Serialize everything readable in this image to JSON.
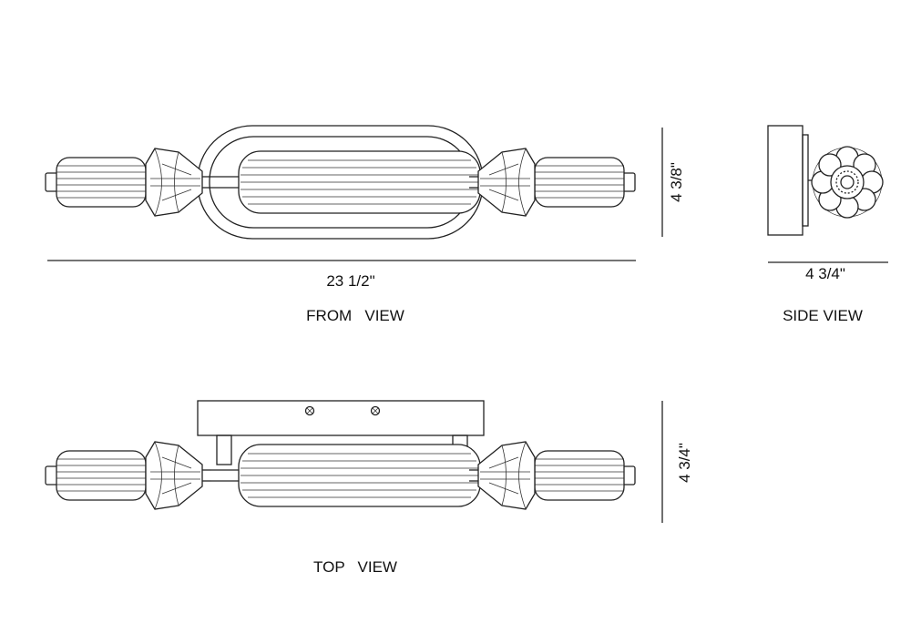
{
  "front_view": {
    "width_dim": "23 1/2\"",
    "height_dim": "4 3/8\"",
    "caption": "FROM   VIEW"
  },
  "side_view": {
    "depth_dim": "4 3/4\"",
    "caption": "SIDE VIEW"
  },
  "top_view": {
    "height_dim": "4 3/4\"",
    "caption": "TOP   VIEW"
  }
}
